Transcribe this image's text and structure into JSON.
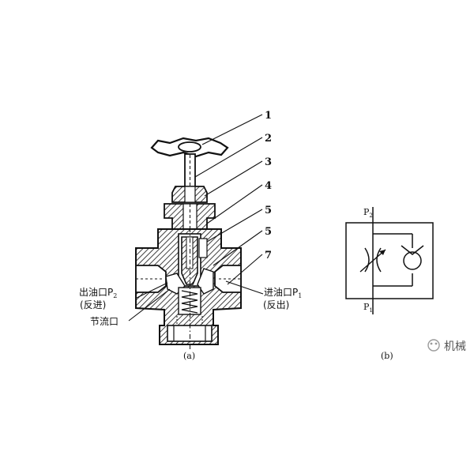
{
  "figure_a": {
    "caption": "(a)",
    "callouts": [
      "1",
      "2",
      "3",
      "4",
      "5",
      "5",
      "7"
    ],
    "outlet_label": "出油口P",
    "outlet_sub": "2",
    "outlet_note": "(反进)",
    "inlet_label": "进油口P",
    "inlet_sub": "1",
    "inlet_note": "(反出)",
    "throttle_label": "节流口"
  },
  "figure_b": {
    "caption": "(b)",
    "port_top": "P",
    "port_top_sub": "2",
    "port_bottom": "P",
    "port_bottom_sub": "1"
  },
  "watermark": {
    "text": "机械"
  }
}
